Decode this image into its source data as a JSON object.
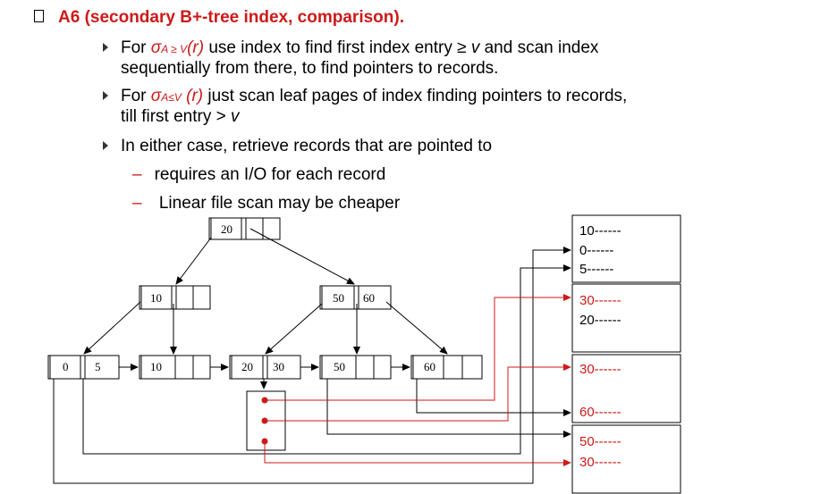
{
  "heading": {
    "label": "A6 (secondary B+-tree index, comparison)."
  },
  "bullets": [
    {
      "prefix": "For ",
      "sigma": "σ",
      "sub": "A ≥ V",
      "arg": "(r)",
      "rest1": "  use index to find first index entry ≥ ",
      "v": "v",
      "rest2": " and scan index",
      "line2": "sequentially  from there, to find pointers to records."
    },
    {
      "prefix": "For ",
      "sigma": "σ",
      "sub": "A≤V",
      "arg": " (r)",
      "rest1": " just scan leaf pages of index finding pointers to records,",
      "line2a": "till first entry > ",
      "v": "v"
    },
    {
      "text": "In either case, retrieve records that are pointed to"
    }
  ],
  "subbullets": [
    {
      "dash": "–",
      "text": "requires an I/O for each record"
    },
    {
      "dash": "–",
      "text": " Linear file scan may be cheaper"
    }
  ],
  "tree": {
    "root": [
      "20"
    ],
    "internal": [
      [
        "10"
      ],
      [
        "50",
        "60"
      ]
    ],
    "leaves": [
      [
        "0",
        "5"
      ],
      [
        "10"
      ],
      [
        "20",
        "30"
      ],
      [
        "50"
      ],
      [
        "60"
      ]
    ]
  },
  "pages": [
    [
      {
        "text": "10------",
        "color": "#000000"
      },
      {
        "text": "0------",
        "color": "#000000"
      },
      {
        "text": "5------",
        "color": "#000000"
      }
    ],
    [
      {
        "text": "30------",
        "color": "#cc1a1a"
      },
      {
        "text": "20------",
        "color": "#000000"
      }
    ],
    [
      {
        "text": "30------",
        "color": "#cc1a1a"
      },
      {
        "text": "60------",
        "color": "#cc1a1a"
      }
    ],
    [
      {
        "text": "50------",
        "color": "#cc1a1a"
      },
      {
        "text": "30------",
        "color": "#cc1a1a"
      }
    ]
  ],
  "colors": {
    "accent": "#cc1a1a"
  }
}
